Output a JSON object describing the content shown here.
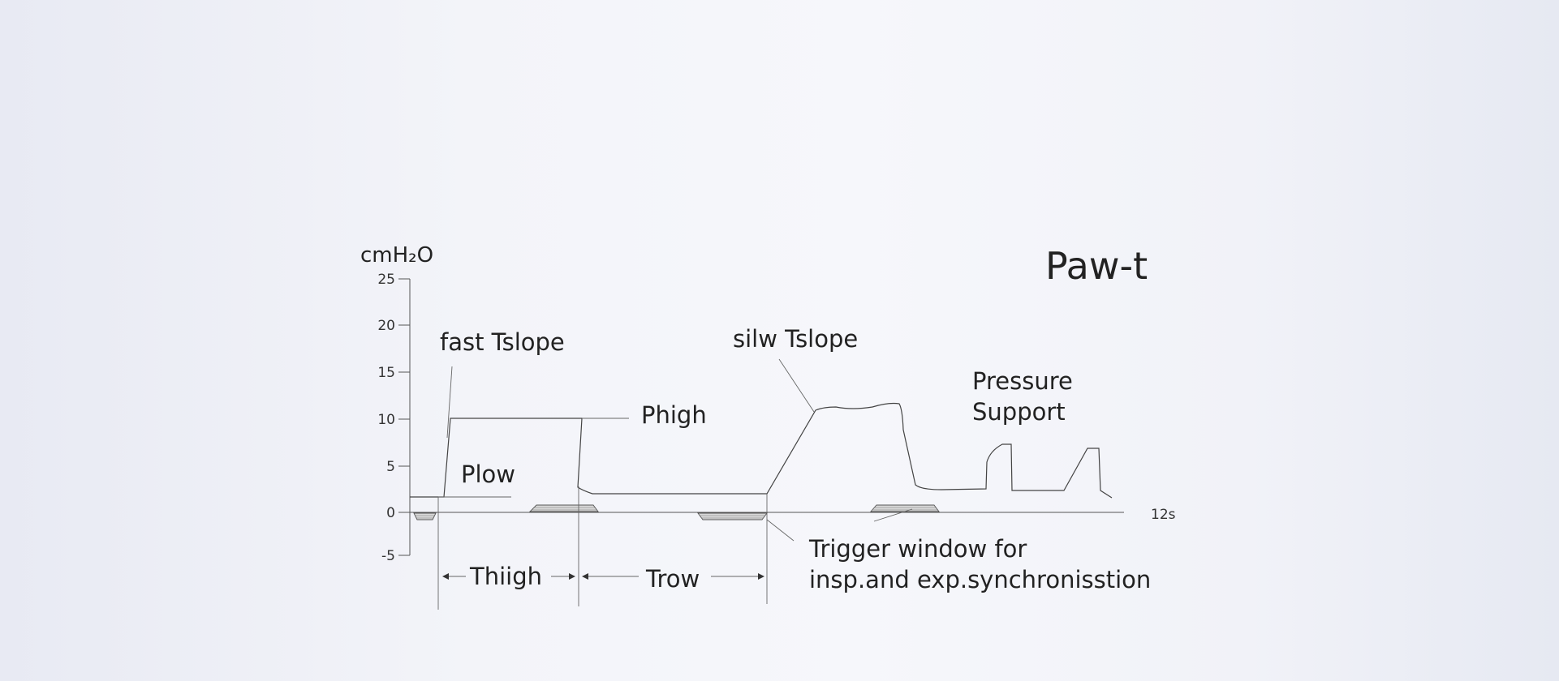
{
  "title": "Paw-t",
  "y_unit": "cmH₂O",
  "y_ticks": [
    "25",
    "20",
    "15",
    "10",
    "5",
    "0",
    "-5"
  ],
  "x_end_label": "12s",
  "labels": {
    "fast_tslope": "fast Tslope",
    "slow_tslope": "silw Tslope",
    "phigh": "Phigh",
    "plow": "Plow",
    "pressure_support_line1": "Pressure",
    "pressure_support_line2": "Support",
    "thigh": "Thiigh",
    "tlow": "Trow",
    "trigger_line1": "Trigger window for",
    "trigger_line2": "insp.and exp.synchronisstion"
  },
  "colors": {
    "line": "#444444",
    "text": "#222222"
  }
}
